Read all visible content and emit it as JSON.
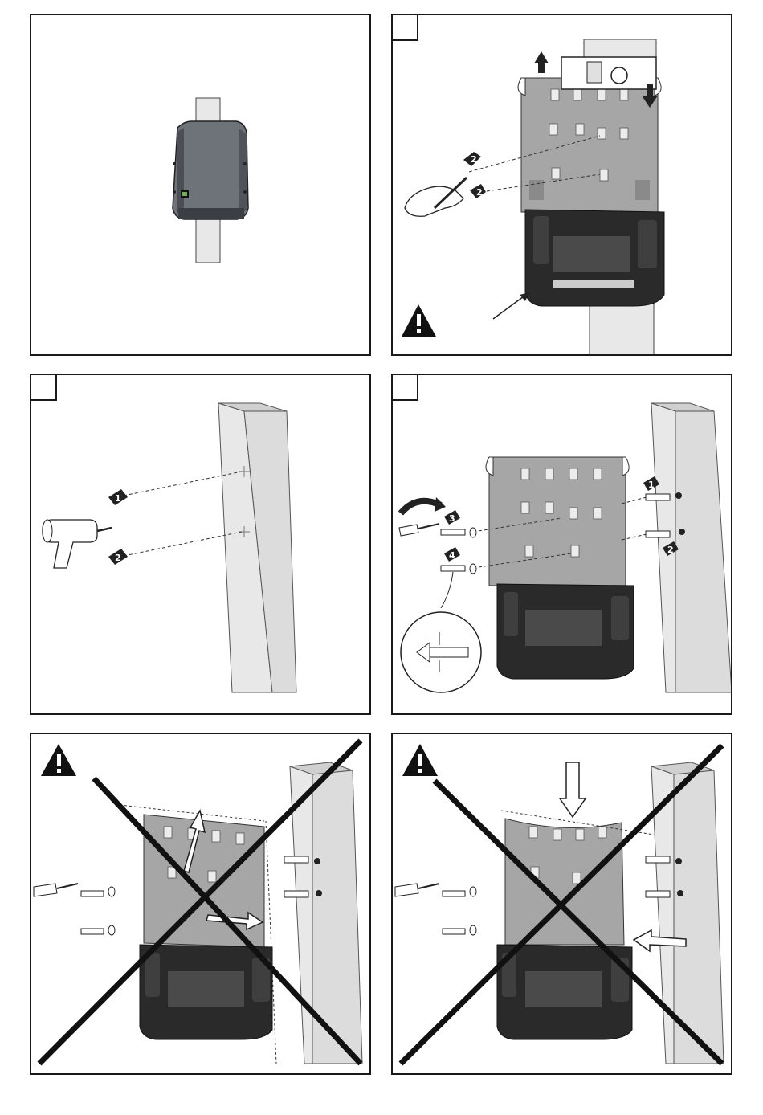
{
  "panels": [
    {
      "id": "overview",
      "step_box": false,
      "warning": false,
      "crossed_out": false
    },
    {
      "id": "mark-holes",
      "step_box": true,
      "warning": true,
      "crossed_out": false,
      "callouts": [
        "2",
        "2"
      ]
    },
    {
      "id": "drill-holes",
      "step_box": true,
      "warning": false,
      "crossed_out": false,
      "callouts": [
        "1",
        "2"
      ]
    },
    {
      "id": "fasten-bracket",
      "step_box": true,
      "warning": false,
      "crossed_out": false,
      "callouts": [
        "1",
        "2",
        "3",
        "4"
      ]
    },
    {
      "id": "wrong-misaligned",
      "step_box": false,
      "warning": true,
      "crossed_out": true
    },
    {
      "id": "wrong-distorted",
      "step_box": false,
      "warning": true,
      "crossed_out": true
    }
  ],
  "callout_labels": {
    "p2_a": "2",
    "p2_b": "2",
    "p3_a": "1",
    "p3_b": "2",
    "p4_1": "1",
    "p4_2": "2",
    "p4_3": "3",
    "p4_4": "4"
  },
  "colors": {
    "frame": "#1a1a1a",
    "bracket": "#a3a3a3",
    "post": "#e6e6e6",
    "housing": "#2a2a2a",
    "cross": "#111111"
  },
  "icons": [
    "warning-icon",
    "drill-icon",
    "screwdriver-icon",
    "hand-pencil-icon",
    "spirit-level-icon",
    "screw-detail-icon",
    "dowel-icon",
    "washer-icon"
  ]
}
